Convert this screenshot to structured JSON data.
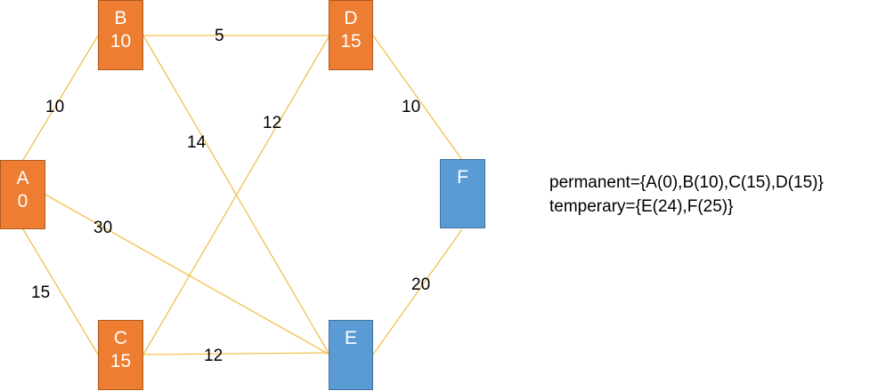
{
  "colors": {
    "edge": "#f2c14e",
    "permanent": "#ed7d31",
    "temporary": "#5b9bd5"
  },
  "nodes": {
    "A": {
      "name": "A",
      "dist": "0"
    },
    "B": {
      "name": "B",
      "dist": "10"
    },
    "C": {
      "name": "C",
      "dist": "15"
    },
    "D": {
      "name": "D",
      "dist": "15"
    },
    "E": {
      "name": "E",
      "dist": ""
    },
    "F": {
      "name": "F",
      "dist": ""
    }
  },
  "edges": [
    {
      "from": "A",
      "to": "B",
      "weight": "10"
    },
    {
      "from": "B",
      "to": "D",
      "weight": "5"
    },
    {
      "from": "D",
      "to": "F",
      "weight": "10"
    },
    {
      "from": "B",
      "to": "E",
      "weight": "14"
    },
    {
      "from": "C",
      "to": "D",
      "weight": "12"
    },
    {
      "from": "A",
      "to": "E",
      "weight": "30"
    },
    {
      "from": "A",
      "to": "C",
      "weight": "15"
    },
    {
      "from": "C",
      "to": "E",
      "weight": "12"
    },
    {
      "from": "F",
      "to": "E",
      "weight": "20"
    }
  ],
  "sets": {
    "permanent": "permanent={A(0),B(10),C(15),D(15)}",
    "temporary": "temperary={E(24),F(25)}"
  }
}
